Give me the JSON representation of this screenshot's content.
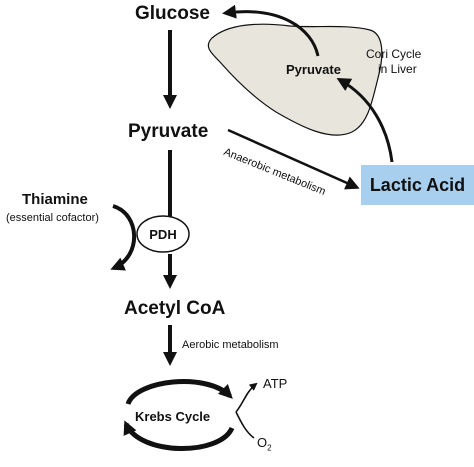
{
  "nodes": {
    "glucose": "Glucose",
    "pyruvate": "Pyruvate",
    "liver_pyruvate": "Pyruvate",
    "cori_line1": "Cori Cycle",
    "cori_line2": "in Liver",
    "lactic_acid": "Lactic Acid",
    "thiamine": "Thiamine",
    "thiamine_note": "(essential cofactor)",
    "pdh": "PDH",
    "acetyl_coa": "Acetyl CoA",
    "krebs": "Krebs Cycle",
    "atp": "ATP",
    "o2_base": "O",
    "o2_sub": "2"
  },
  "edges": {
    "anaerobic": "Anaerobic metabolism",
    "aerobic": "Aerobic metabolism"
  },
  "colors": {
    "liver_fill": "#e8e6dc",
    "lactic_fill": "#a9cfee",
    "stroke": "#111111"
  }
}
